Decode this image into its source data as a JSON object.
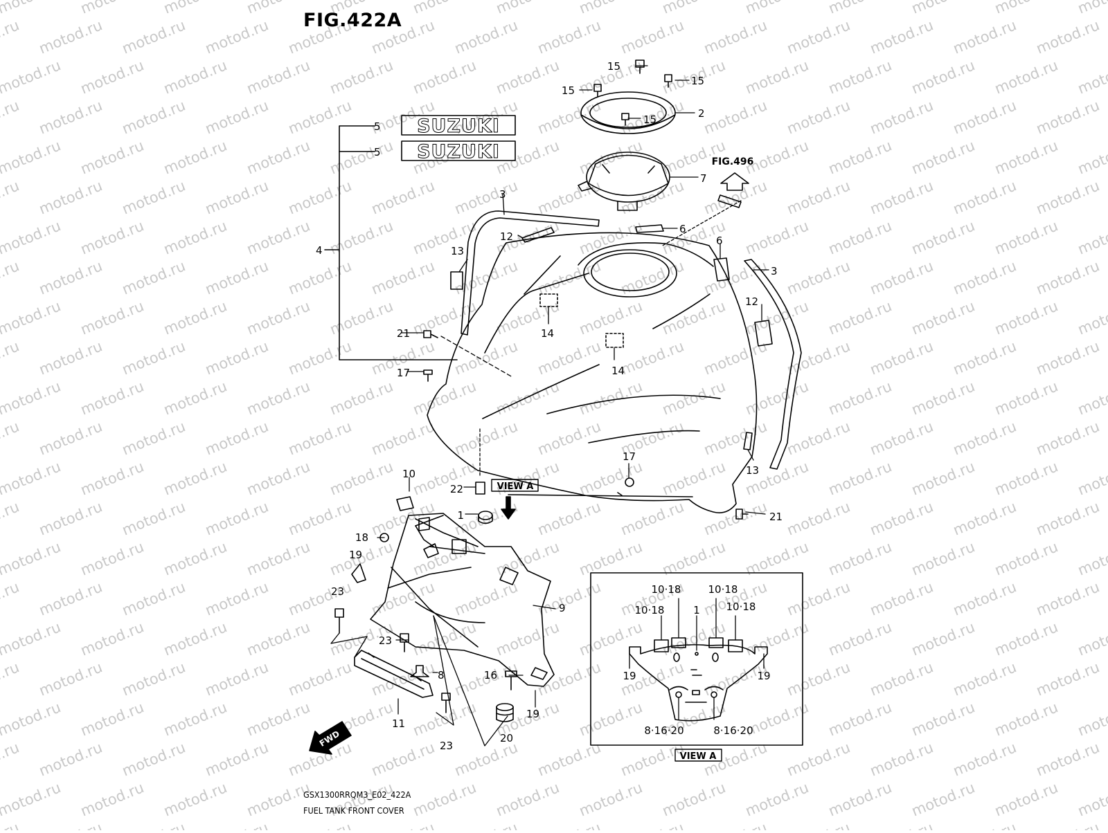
{
  "figure": {
    "title": "FIG.422A"
  },
  "footer": {
    "code": "GSX1300RRQM3_E02_422A",
    "name": "FUEL TANK FRONT COVER"
  },
  "watermark": "motod.ru",
  "references": {
    "fig496": "FIG.496",
    "view_a": "VIEW A",
    "fwd": "FWD"
  },
  "emblem": "SUZUKI",
  "callouts": {
    "p1": "1",
    "p2": "2",
    "p3a": "3",
    "p3b": "3",
    "p4": "4",
    "p5a": "5",
    "p5b": "5",
    "p6a": "6",
    "p6b": "6",
    "p7": "7",
    "p8": "8",
    "p9": "9",
    "p10": "10",
    "p11": "11",
    "p12a": "12",
    "p12b": "12",
    "p13a": "13",
    "p13b": "13",
    "p14a": "14",
    "p14b": "14",
    "p15a": "15",
    "p15b": "15",
    "p15c": "15",
    "p15d": "15",
    "p16": "16",
    "p17a": "17",
    "p17b": "17",
    "p18": "18",
    "p19a": "19",
    "p19b": "19",
    "p20": "20",
    "p21a": "21",
    "p21b": "21",
    "p22": "22",
    "p23a": "23",
    "p23b": "23",
    "p23c": "23"
  },
  "view_a_callouts": {
    "c1018a": "10·18",
    "c1018b": "10·18",
    "c1018c": "10·18",
    "c1018d": "10·18",
    "c1": "1",
    "c19a": "19",
    "c19b": "19",
    "c81620a": "8·16·20",
    "c81620b": "8·16·20"
  }
}
